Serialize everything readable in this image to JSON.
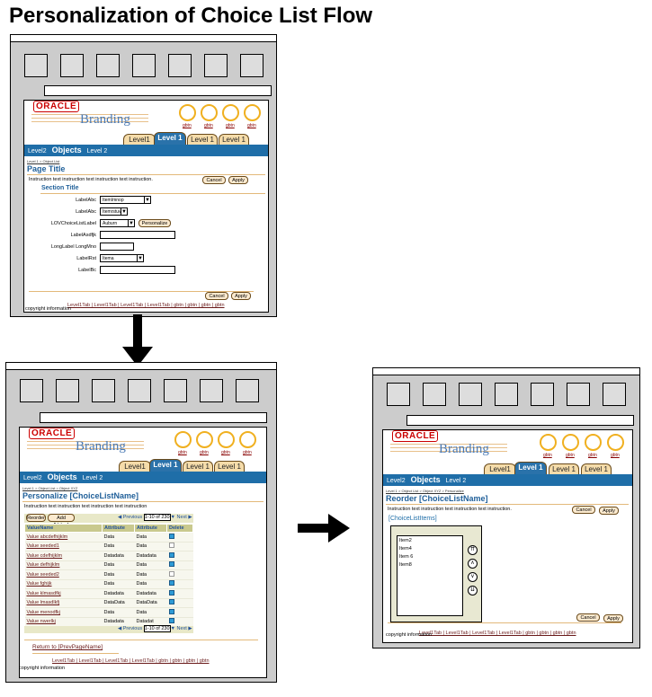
{
  "title": "Personalization of Choice List Flow",
  "common": {
    "oracle": "ORACLE",
    "branding": "Branding",
    "gbtn": "gbtn",
    "tab_level1": "Level1",
    "tab_level1_active": "Level 1",
    "tab_level1_b": "Level 1",
    "nav_level2": "Level2",
    "nav_objects": "Objects",
    "nav_level2b": "Level 2",
    "footer_links": "Level1Tab | Level1Tab | Level1Tab | Level1Tab | gbtn | gbtn | gbtn | gbtn",
    "copyright": "copyright information"
  },
  "screen1": {
    "breadcrumb": "Level 1 > Object List",
    "page_title": "Page Title",
    "instruction": "Instruction text instruction text instruction text instruction.",
    "cancel": "Cancel",
    "apply": "Apply",
    "section_title": "Section Title",
    "fields": [
      {
        "label": "LabelAbc",
        "value": "ItemImnop"
      },
      {
        "label": "LabelAbc",
        "value": "Itemrstuvwx"
      },
      {
        "label": "LOVChoiceListLabel",
        "value": "Auburn"
      },
      {
        "label": "LabelAsdfjk",
        "value": ""
      },
      {
        "label": "LongLabel LongMno",
        "value": ""
      },
      {
        "label": "LabelRst",
        "value": "Itema"
      },
      {
        "label": "LabelBc",
        "value": ""
      }
    ],
    "personalize": "Personalize"
  },
  "screen2": {
    "breadcrumb": "Level 1 > Object List > Object XYZ",
    "page_title": "Personalize [ChoiceListName]",
    "instruction": "Instruction text instruction text instruction text instruction",
    "reorder": "Reorder",
    "add_value": "Add [Value]",
    "previous": "Previous",
    "range": "1-10 of 230",
    "next": "Next",
    "columns": [
      "ValueName",
      "Attribute",
      "Attribute",
      "Delete"
    ],
    "rows": [
      {
        "name": "Value abcdefhijklm",
        "a1": "Data",
        "a2": "Data",
        "del": true
      },
      {
        "name": "Value seeded1",
        "a1": "Data",
        "a2": "Data",
        "del": false
      },
      {
        "name": "Value cdefhijklm",
        "a1": "Datadata",
        "a2": "Datadata",
        "del": true
      },
      {
        "name": "Value defhijklm",
        "a1": "Data",
        "a2": "Data",
        "del": true
      },
      {
        "name": "Value seeded2",
        "a1": "Data",
        "a2": "Data",
        "del": false
      },
      {
        "name": "Value fghijk",
        "a1": "Data",
        "a2": "Data",
        "del": true
      },
      {
        "name": "Value klmasdfkj",
        "a1": "Datadata",
        "a2": "Datadata",
        "del": true
      },
      {
        "name": "Value lmasdlkfj",
        "a1": "DataData",
        "a2": "DataData",
        "del": true
      },
      {
        "name": "Value menodfkj",
        "a1": "Data",
        "a2": "Data",
        "del": true
      },
      {
        "name": "Value nwerlkj",
        "a1": "Datadata",
        "a2": "Datadat",
        "del": true
      }
    ],
    "return_link": "Return to [PrevPageName]"
  },
  "screen3": {
    "breadcrumb": "Level 1 > Object List > Object XYZ > Personalize",
    "page_title": "Reorder [ChoiceListName]",
    "instruction": "Instruction text instruction text instruction text instruction.",
    "cancel": "Cancel",
    "apply": "Apply",
    "list_label": "[ChoiceListItems]",
    "items": [
      "Item2",
      "Item4",
      "Item 6",
      "Item8"
    ]
  }
}
